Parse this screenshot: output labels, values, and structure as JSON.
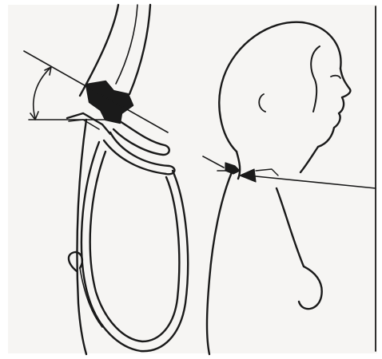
{
  "figure": {
    "kind": "line-illustration",
    "paper_color": "#f6f5f3",
    "ink_color": "#1a1a1a",
    "elements": [
      "film-holder",
      "film-cassette",
      "angle-indicator",
      "patient-profile",
      "central-ray-arrow",
      "sternal-notch-marker"
    ]
  }
}
